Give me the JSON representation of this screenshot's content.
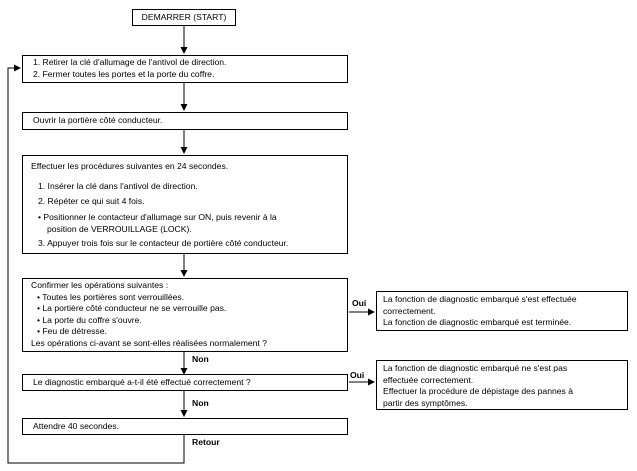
{
  "start": {
    "label": "DEMARRER (START)"
  },
  "step1": {
    "lines": [
      "1. Retirer la clé d'allumage de l'antivol de direction.",
      "2. Fermer toutes les portes et la porte du coffre."
    ]
  },
  "step2": {
    "text": "Ouvrir la portière côté conducteur."
  },
  "step3": {
    "intro": "Effectuer les procédures suivantes en 24 secondes.",
    "items": [
      "1. Insérer la clé dans l'antivol de direction.",
      "2. Répéter ce qui suit 4 fois.",
      "•  Positionner le contacteur d'allumage sur ON, puis revenir à la",
      "position de VERROUILLAGE (LOCK).",
      "3. Appuyer trois fois sur le contacteur de portière côté conducteur."
    ]
  },
  "step4": {
    "intro": "Confirmer les opérations suivantes :",
    "items": [
      "•  Toutes les portières sont verrouillées.",
      "•  La portière côté conducteur ne se verrouille pas.",
      "•  La porte du coffre s'ouvre.",
      "•  Feu de détresse."
    ],
    "question": "Les opérations ci-avant se sont-elles réalisées normalement ?"
  },
  "result1": {
    "lines": [
      "La fonction de diagnostic embarqué s'est effectuée",
      "correctement.",
      "La fonction de diagnostic embarqué est terminée."
    ]
  },
  "step5": {
    "text": "Le diagnostic embarqué a-t-il été effectué correctement ?"
  },
  "result2": {
    "lines": [
      "La fonction de diagnostic embarqué ne s'est pas",
      "effectuée correctement.",
      "Effectuer la procédure de dépistage des pannes à",
      "partir des symptômes."
    ]
  },
  "step6": {
    "text": "Attendre 40 secondes."
  },
  "labels": {
    "oui1": "Oui",
    "oui2": "Oui",
    "non1": "Non",
    "non2": "Non",
    "retour": "Retour"
  }
}
